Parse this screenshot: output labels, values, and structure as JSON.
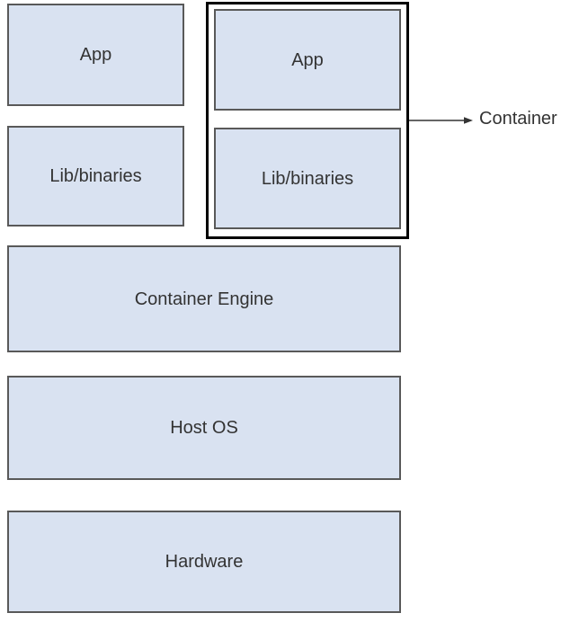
{
  "diagram": {
    "left_stack": {
      "app_label": "App",
      "lib_label": "Lib/binaries"
    },
    "container_group": {
      "app_label": "App",
      "lib_label": "Lib/binaries"
    },
    "layers": {
      "container_engine_label": "Container Engine",
      "host_os_label": "Host OS",
      "hardware_label": "Hardware"
    },
    "annotation": {
      "container_label": "Container"
    },
    "colors": {
      "box_fill": "#d9e2f1",
      "box_border": "#595959",
      "group_border": "#000000",
      "text": "#333333",
      "arrow": "#333333",
      "background": "#ffffff"
    }
  }
}
